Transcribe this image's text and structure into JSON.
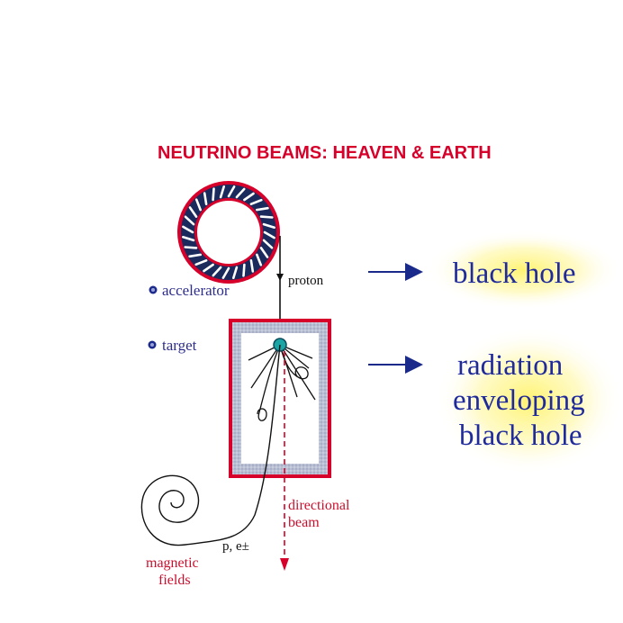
{
  "diagram": {
    "title": "NEUTRINO BEAMS:  HEAVEN & EARTH",
    "legend": {
      "accelerator": "accelerator",
      "target": "target"
    },
    "labels": {
      "proton": "proton",
      "directional": "directional",
      "beam": "beam",
      "particles": "p, e±",
      "magnetic": "magnetic",
      "fields": "fields"
    },
    "analogy": {
      "first": "black hole",
      "second_line1": "radiation",
      "second_line2": "enveloping",
      "second_line3": "black hole"
    }
  },
  "colors": {
    "accent_red": "#d7002a",
    "label_blue": "#2e2e8c",
    "big_text_blue": "#1f2a9c",
    "arrow_blue": "#1a2a8a",
    "ring_navy": "#1b2a5c",
    "highlight_yellow": "#fff36a",
    "target_teal": "#1ba4a4"
  }
}
